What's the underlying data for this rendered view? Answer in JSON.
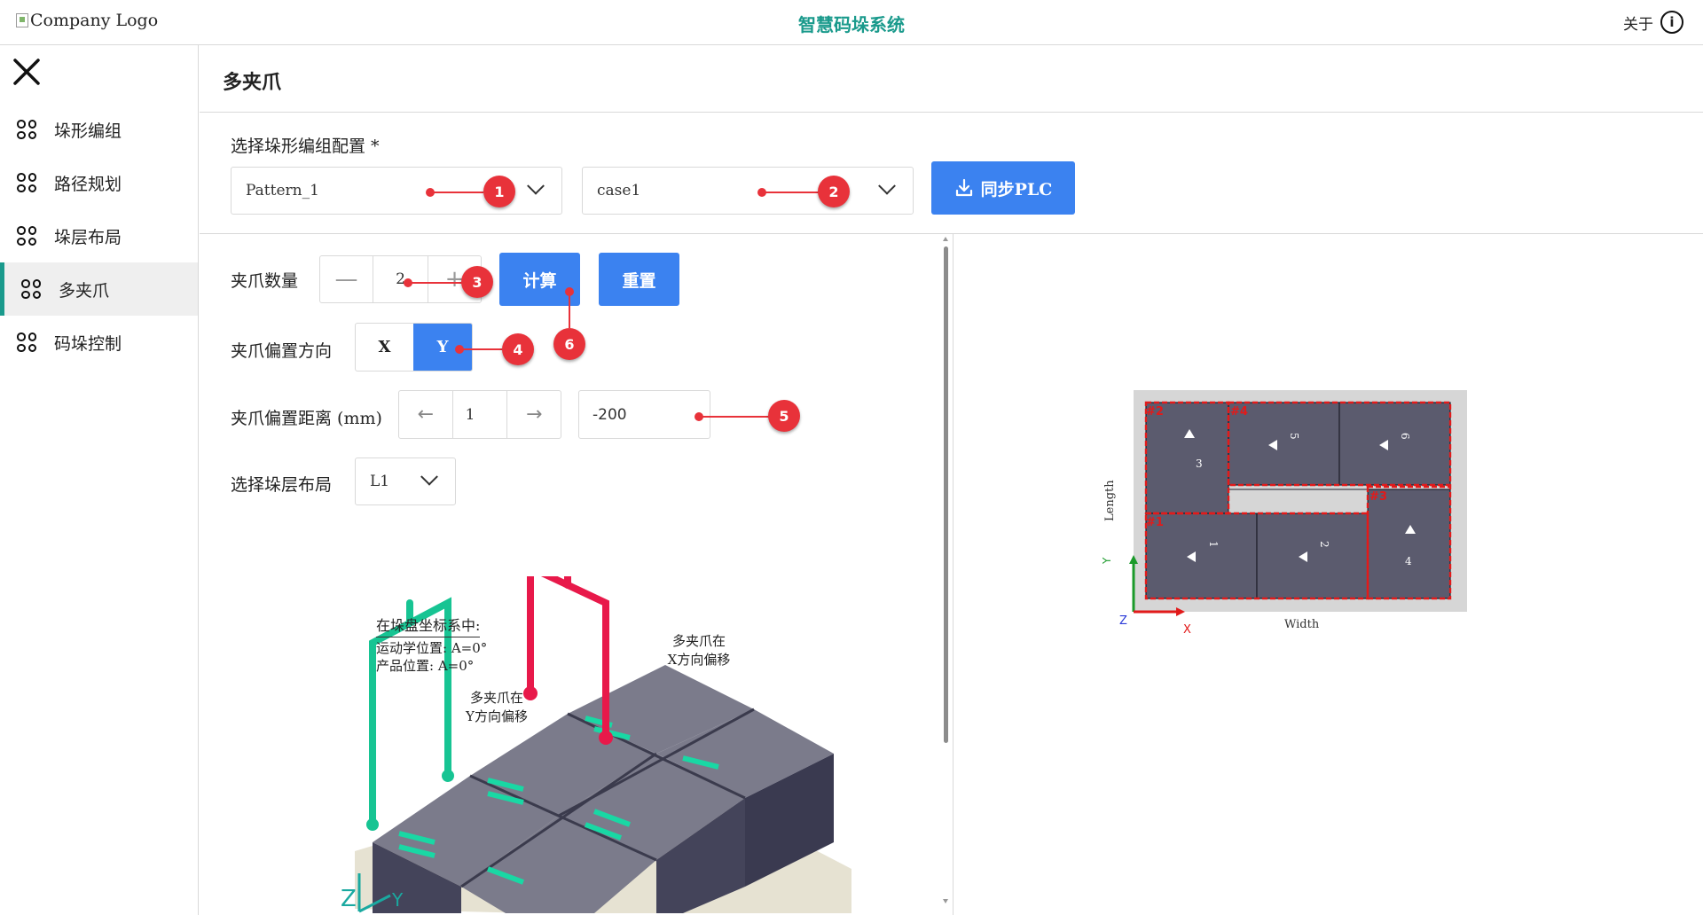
{
  "header": {
    "logo_alt": "Company Logo",
    "app_title": "智慧码垛系统",
    "about_label": "关于",
    "about_icon": "info-icon"
  },
  "sidebar": {
    "close_icon": "close-icon",
    "items": [
      {
        "label": "垛形编组",
        "icon": "grid-icon",
        "active": false
      },
      {
        "label": "路径规划",
        "icon": "grid-icon",
        "active": false
      },
      {
        "label": "垛层布局",
        "icon": "grid-icon",
        "active": false
      },
      {
        "label": "多夹爪",
        "icon": "grid-icon",
        "active": true
      },
      {
        "label": "码垛控制",
        "icon": "grid-icon",
        "active": false
      }
    ]
  },
  "main": {
    "page_title": "多夹爪",
    "config_label": "选择垛形编组配置 *",
    "pattern_select": "Pattern_1",
    "case_select": "case1",
    "sync_button": "同步PLC",
    "gripper_count_label": "夹爪数量",
    "gripper_count": "2",
    "calc_button": "计算",
    "reset_button": "重置",
    "offset_dir_label": "夹爪偏置方向",
    "dir_x": "X",
    "dir_y": "Y",
    "selected_dir": "Y",
    "offset_dist_label": "夹爪偏置距离 (mm)",
    "offset_index": "1",
    "offset_value": "-200",
    "layer_label": "选择垛层布局",
    "layer_select": "L1",
    "markers": [
      "1",
      "2",
      "3",
      "4",
      "5",
      "6"
    ]
  },
  "illustration": {
    "coord_title": "在垛盘坐标系中:",
    "kinematic": "运动学位置: A=0°",
    "product": "产品位置: A=0°",
    "y_offset_line1": "多夹爪在",
    "y_offset_line2": "Y方向偏移",
    "x_offset_line1": "多夹爪在",
    "x_offset_line2": "X方向偏移",
    "axis_z": "Z",
    "axis_y": "Y"
  },
  "layout_diagram": {
    "axis_length": "Length",
    "axis_width": "Width",
    "axis_x": "X",
    "axis_y": "Y",
    "axis_z": "Z",
    "group_labels": [
      "#1",
      "#2",
      "#3",
      "#4"
    ],
    "box_numbers": [
      "1",
      "2",
      "3",
      "4",
      "5",
      "6"
    ]
  },
  "colors": {
    "accent": "#3b82f0",
    "brand": "#1a9a8c",
    "marker": "#e8323a",
    "box": "#5b5b6e"
  }
}
